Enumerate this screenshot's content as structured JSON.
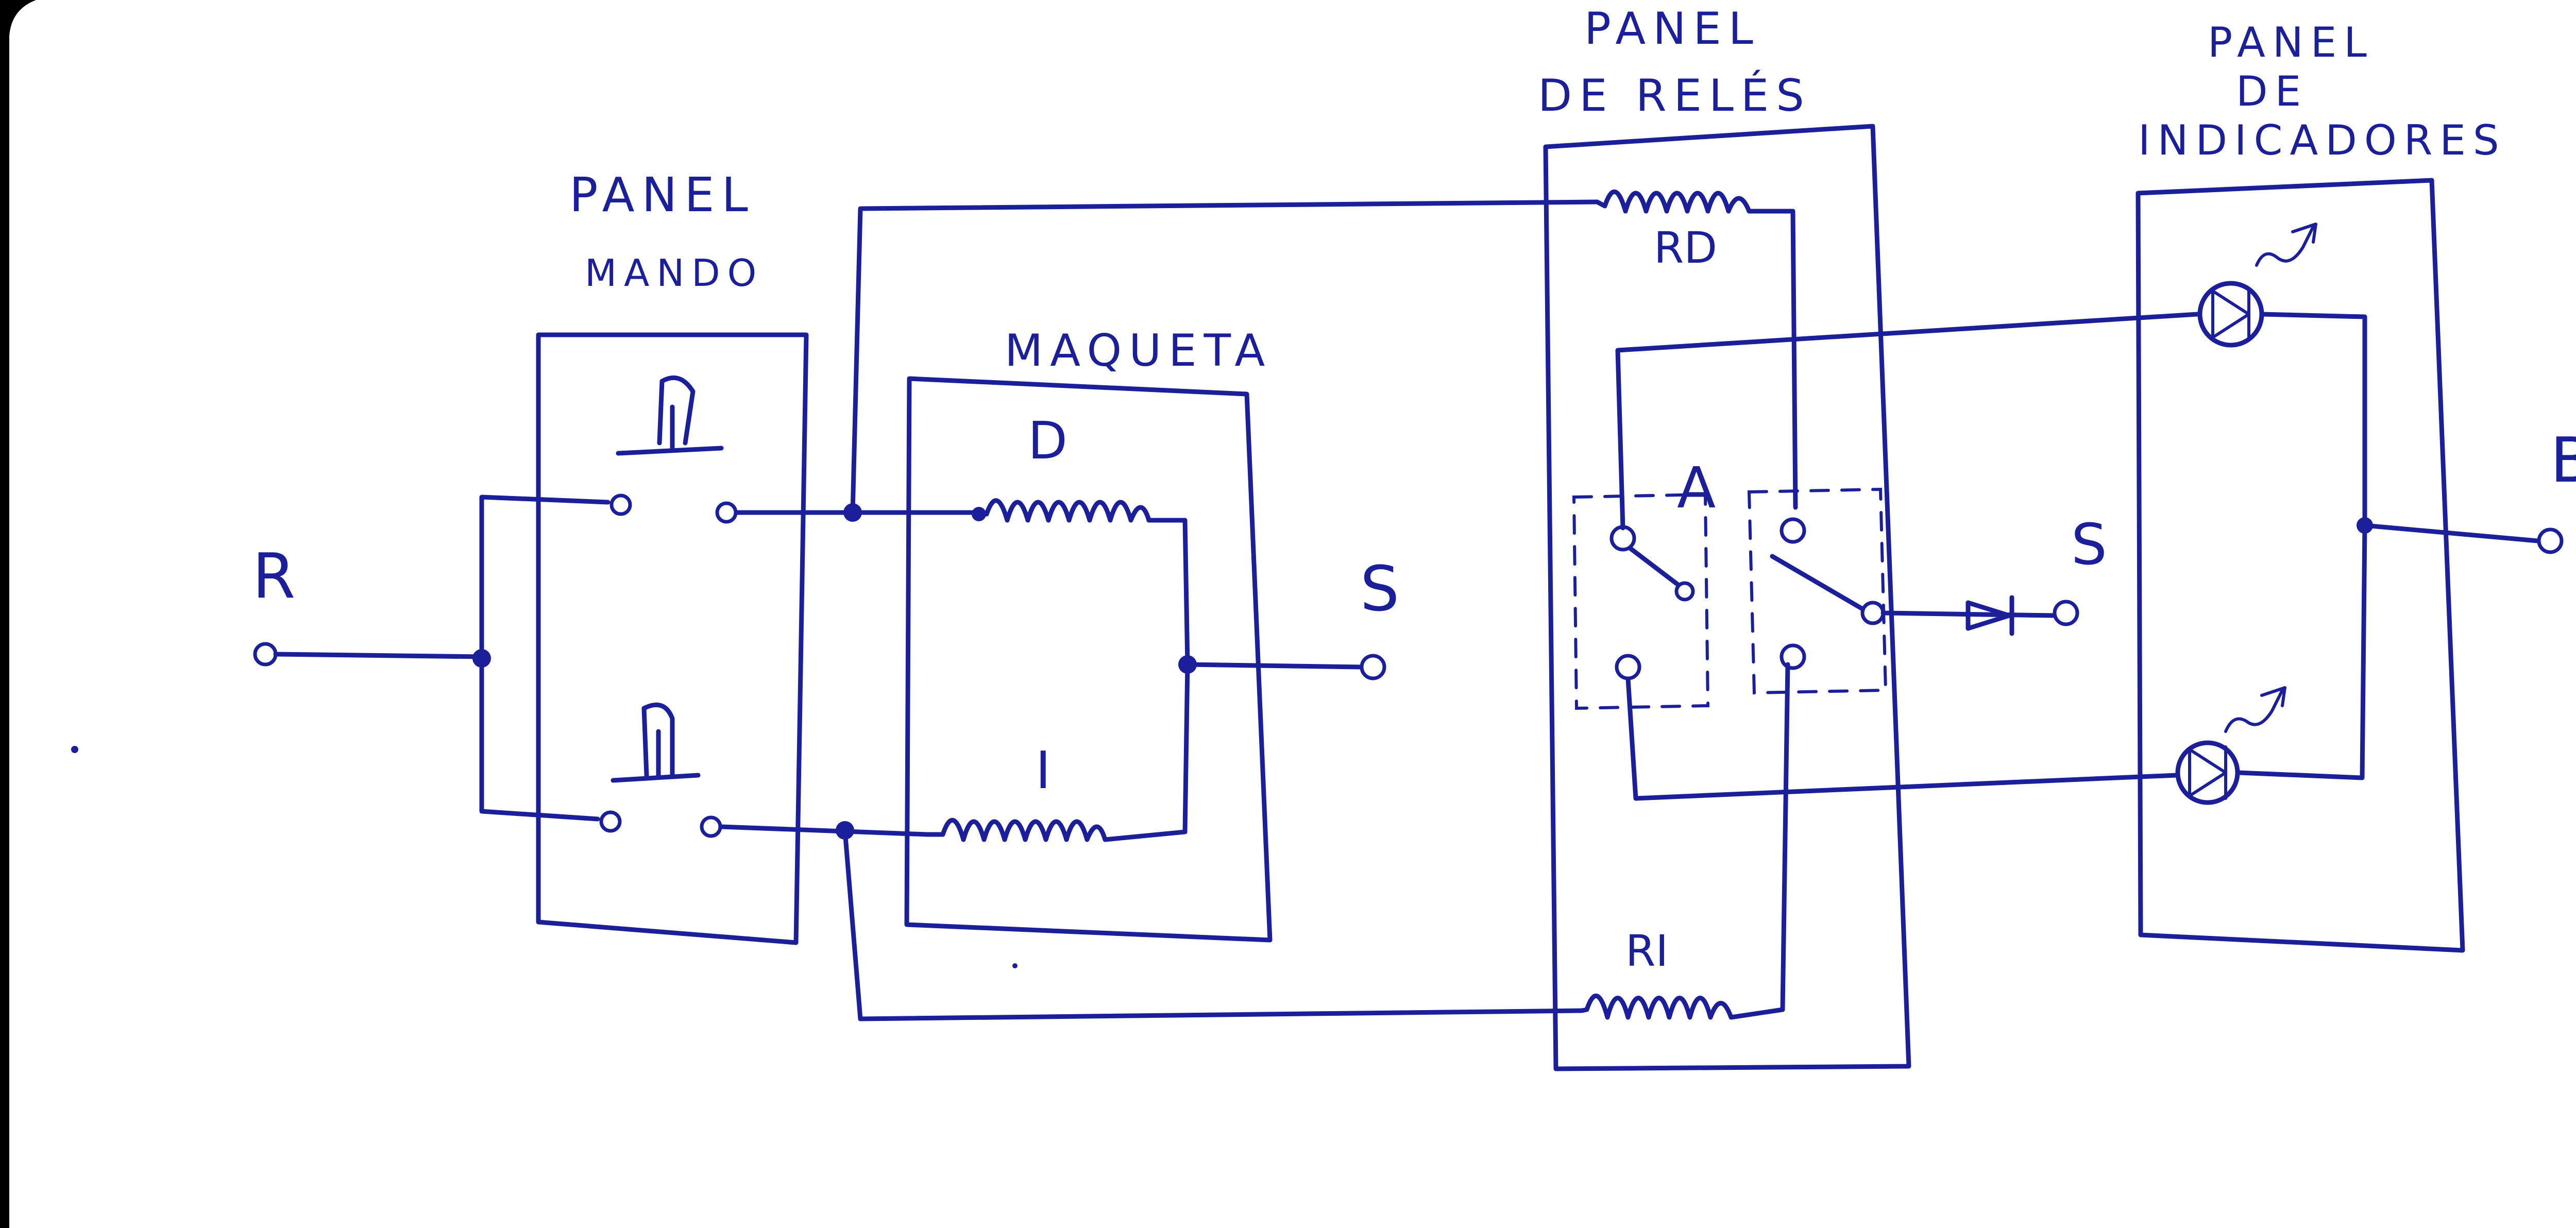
{
  "panels": {
    "mando": {
      "line1": "PANEL",
      "line2": "MANDO"
    },
    "maqueta": {
      "title": "MAQUETA"
    },
    "reles": {
      "line1": "PANEL",
      "line2": "DE RELÉS"
    },
    "indicadores": {
      "line1": "PANEL",
      "line2": "DE",
      "line3": "INDICADORES"
    }
  },
  "terminals": {
    "r": "R",
    "s_maqueta": "S",
    "s_reles": "S",
    "b": "B"
  },
  "components": {
    "resistor_d": "D",
    "resistor_i": "I",
    "relay_rd": "RD",
    "relay_ri": "RI",
    "relay_contact": "A"
  },
  "colors": {
    "ink": "#1c1f9a",
    "paper": "#ffffff"
  }
}
